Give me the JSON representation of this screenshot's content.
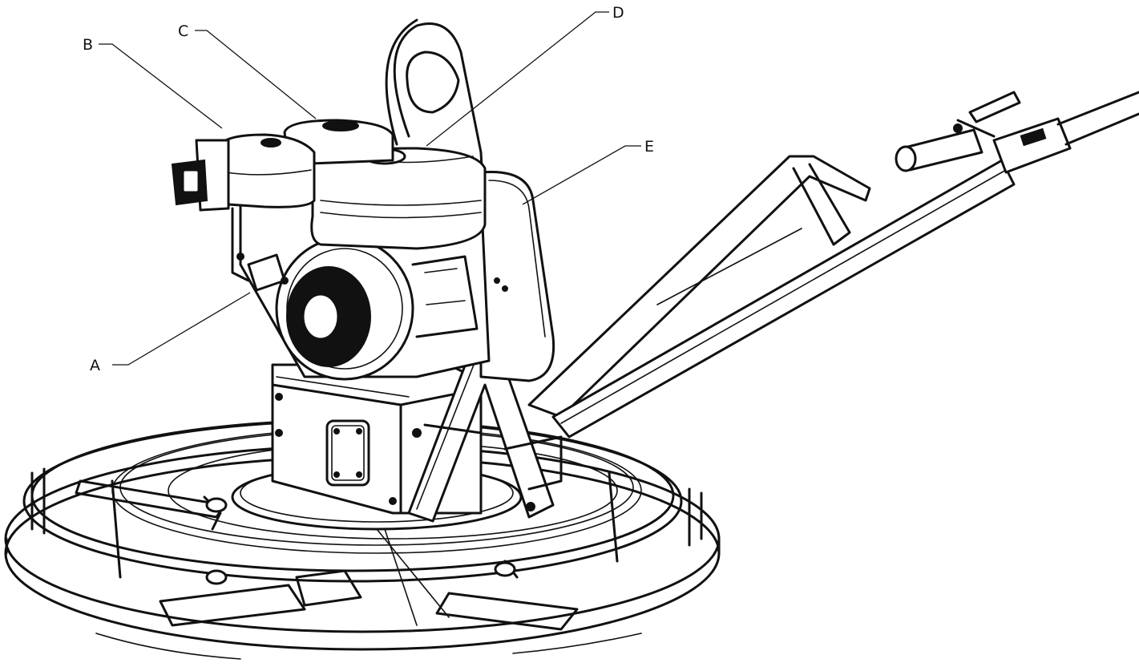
{
  "callouts": {
    "a": "A",
    "b": "B",
    "c": "C",
    "d": "D",
    "e": "E"
  },
  "icons": {
    "machine": "power-trowel-line-drawing"
  },
  "colors": {
    "ink": "#111111",
    "paper": "#ffffff"
  }
}
